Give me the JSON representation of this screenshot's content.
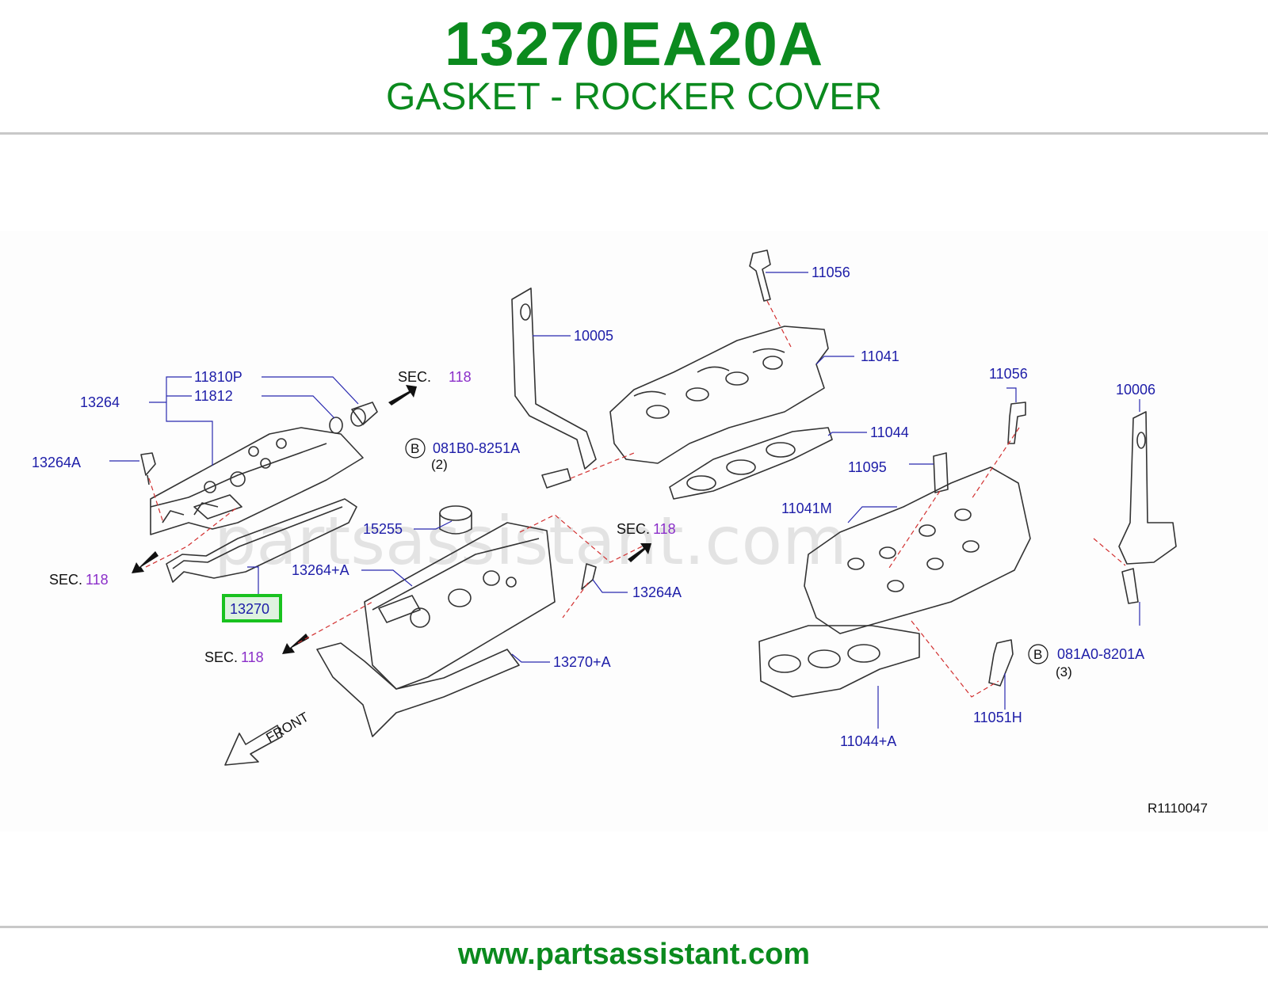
{
  "header": {
    "part_number": "13270EA20A",
    "part_name": "GASKET - ROCKER COVER"
  },
  "footer": {
    "url": "www.partsassistant.com"
  },
  "diagram": {
    "watermark": "partsassistant.com",
    "ref_code": "R1110047",
    "front_label": "FRONT",
    "highlighted_part": "13270",
    "callouts": {
      "p11810P": "11810P",
      "p11812": "11812",
      "p13264": "13264",
      "p13264A_left": "13264A",
      "p13270": "13270",
      "p15255": "15255",
      "p13264pA": "13264+A",
      "p13264A_right": "13264A",
      "p13270pA": "13270+A",
      "p10005": "10005",
      "p11056_top": "11056",
      "p11041": "11041",
      "p11044": "11044",
      "p11056_right": "11056",
      "p10006": "10006",
      "p11095": "11095",
      "p11041M": "11041M",
      "p11051H": "11051H",
      "p11044pA": "11044+A"
    },
    "bolts": [
      {
        "marker": "B",
        "code": "081B0-8251A",
        "qty": "(2)"
      },
      {
        "marker": "B",
        "code": "081A0-8201A",
        "qty": "(3)"
      }
    ],
    "sec_refs": [
      {
        "prefix": "SEC.",
        "number": "118"
      },
      {
        "prefix": "SEC.",
        "number": "118"
      },
      {
        "prefix": "SEC.",
        "number": "118"
      },
      {
        "prefix": "SEC.",
        "number": "118"
      }
    ],
    "colors": {
      "brand_green": "#0b8a1e",
      "callout_blue": "#1d1da8",
      "section_purple": "#8b2fc9",
      "highlight_green": "#19c21f",
      "leader_red": "#d23030"
    }
  }
}
